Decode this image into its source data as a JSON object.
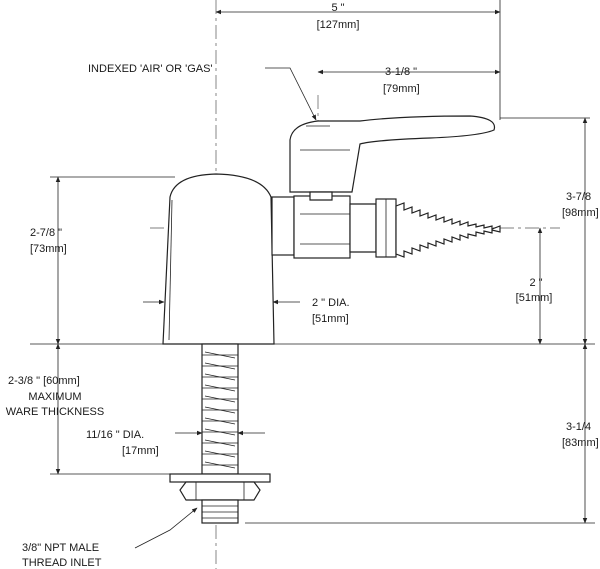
{
  "dimensions": {
    "overall_width": {
      "imperial": "5 \"",
      "metric": "[127mm]"
    },
    "lever_offset": {
      "imperial": "3-1/8 \"",
      "metric": "[79mm]"
    },
    "body_height": {
      "imperial": "2-7/8 \"",
      "metric": "[73mm]"
    },
    "total_height": {
      "imperial": "3-7/8",
      "metric": "[98mm]"
    },
    "outlet_height": {
      "imperial": "2 \"",
      "metric": "[51mm]"
    },
    "base_diameter": {
      "imperial": "2 \" DIA.",
      "metric": "[51mm]"
    },
    "shank_length": {
      "imperial": "3-1/4",
      "metric": "[83mm]"
    },
    "ware_thickness": {
      "imperial": "2-3/8 \" [60mm]",
      "line2": "MAXIMUM",
      "line3": "WARE THICKNESS"
    },
    "shank_diameter": {
      "imperial": "11/16 \" DIA.",
      "metric": "[17mm]"
    }
  },
  "callouts": {
    "indexed": "INDEXED 'AIR' OR 'GAS'",
    "inlet_line1": "3/8\" NPT MALE",
    "inlet_line2": "THREAD INLET"
  }
}
